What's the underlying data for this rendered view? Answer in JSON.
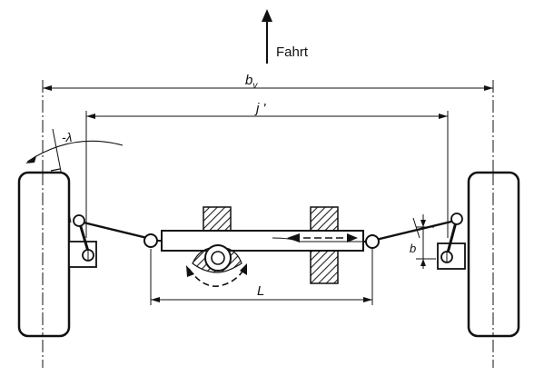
{
  "diagram": {
    "labels": {
      "direction": "Fahrt",
      "track_width_main": "b",
      "track_width_subscript": "v",
      "track_width_inner": "j '",
      "toe_angle": "-λ",
      "rack_length": "L",
      "offset": "b"
    },
    "colors": {
      "ink": "#111111",
      "hatch": "#222222",
      "background": "#ffffff"
    },
    "icons": {
      "direction_arrow": "arrow-up-icon",
      "rotation": "curved-double-arrow-icon",
      "rack_motion": "double-arrow-icon"
    }
  }
}
